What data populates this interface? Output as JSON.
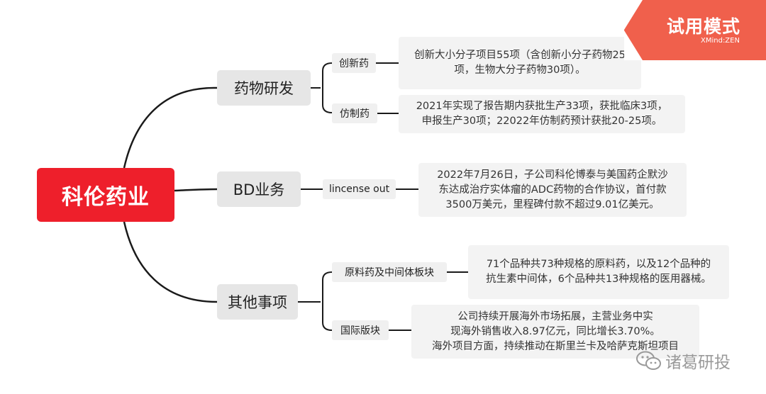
{
  "badge": {
    "title": "试用模式",
    "brand": "XMind:ZEN"
  },
  "root": {
    "label": "科伦药业"
  },
  "branches": [
    {
      "label": "药物研发",
      "children": [
        {
          "label": "创新药",
          "detail": [
            "创新大小分子项目55项（含创新小分子药物25",
            "项，生物大分子药物30项）。"
          ]
        },
        {
          "label": "仿制药",
          "detail": [
            "2021年实现了报告期内获批生产33项，获批临床3项，",
            "申报生产30项；22022年仿制药预计获批20-25项。"
          ]
        }
      ]
    },
    {
      "label": "BD业务",
      "children": [
        {
          "label": "lincense out",
          "detail": [
            "2022年7月26日，子公司科伦博泰与美国药企默沙",
            "东达成治疗实体瘤的ADC药物的合作协议，首付款",
            "3500万美元，里程碑付款不超过9.01亿美元。"
          ]
        }
      ]
    },
    {
      "label": "其他事项",
      "children": [
        {
          "label": "原料药及中间体板块",
          "detail": [
            "71个品种共73种规格的原料药，以及12个品种的",
            "抗生素中间体，6个品种共13种规格的医用器械。"
          ]
        },
        {
          "label": "国际版块",
          "detail": [
            "公司持续开展海外市场拓展，主营业务中实",
            "现海外销售收入8.97亿元，同比增长3.70%。",
            "海外项目方面，持续推动在斯里兰卡及哈萨克斯坦项目"
          ]
        }
      ]
    }
  ],
  "watermark": {
    "text": "诸葛研投",
    "icon": "wechat-icon"
  },
  "colors": {
    "root": "#ee1f2b",
    "badge": "#f0604c",
    "line": "#1a1a1a"
  }
}
